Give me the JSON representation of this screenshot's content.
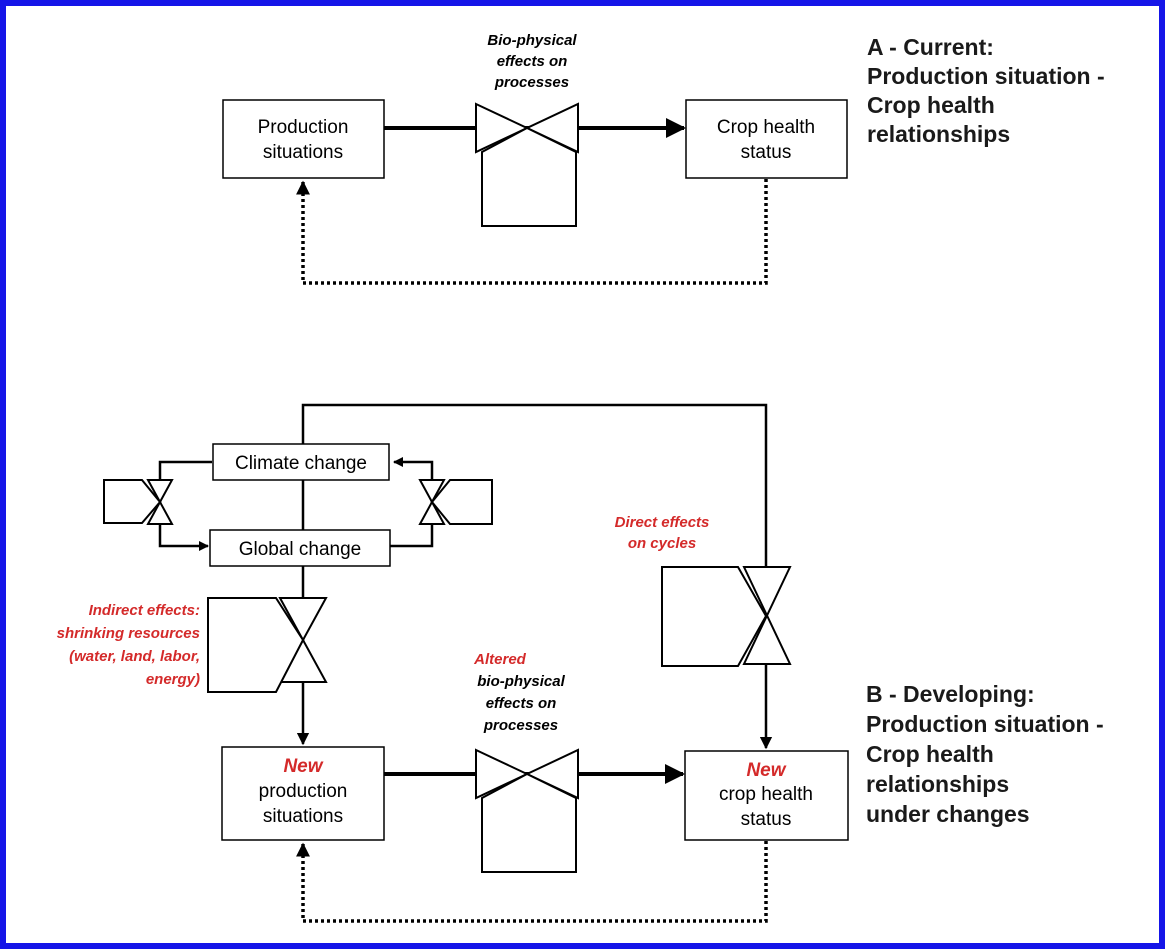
{
  "colors": {
    "frame": "#1515e8",
    "accent_red": "#d42a2a",
    "line": "#000000"
  },
  "section_a": {
    "heading": [
      "A - Current:",
      "Production situation -",
      "Crop health",
      "relationships"
    ],
    "source_box": [
      "Production",
      "situations"
    ],
    "target_box": [
      "Crop health",
      "status"
    ],
    "valve_label": [
      "Bio-physical",
      "effects on",
      "processes"
    ]
  },
  "section_b": {
    "heading": [
      "B - Developing:",
      "Production situation -",
      "Crop health",
      "relationships",
      "under changes"
    ],
    "climate_box": "Climate change",
    "global_box": "Global change",
    "new_source_box": {
      "emphasis": "New",
      "lines": [
        "production",
        "situations"
      ]
    },
    "new_target_box": {
      "emphasis": "New",
      "lines": [
        "crop health",
        "status"
      ]
    },
    "indirect_label": [
      "Indirect effects:",
      "shrinking resources",
      "(water, land, labor,",
      "energy)"
    ],
    "altered_label": {
      "emphasis": "Altered",
      "lines": [
        "bio-physical",
        "effects on",
        "processes"
      ]
    },
    "direct_label": [
      "Direct effects",
      "on cycles"
    ]
  }
}
